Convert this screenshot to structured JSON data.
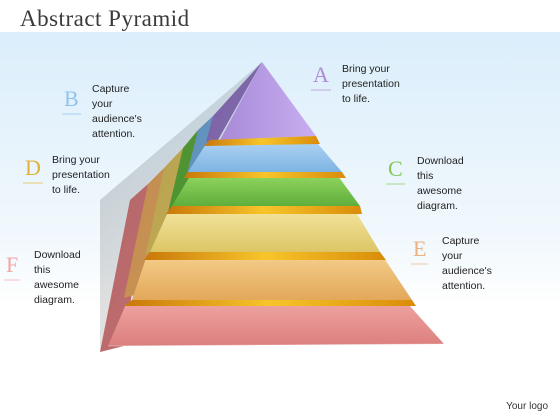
{
  "slide": {
    "title": "Abstract Pyramid",
    "logo": "Your logo"
  },
  "colors": {
    "background": "#e3f1fb",
    "tier_top": "#b89ae6",
    "tier_blue": "#8fc0ea",
    "tier_green": "#74c24a",
    "tier_yellow": "#e6d27a",
    "tier_orange": "#eab66a",
    "tier_red": "#e48c8a",
    "separator_gold": "#e8a20c"
  },
  "callouts": [
    {
      "id": "a",
      "letter": "A",
      "text": "Bring your\npresentation to life.",
      "color": "#b18ad8"
    },
    {
      "id": "b",
      "letter": "B",
      "text": "Capture your\naudience's attention.",
      "color": "#8fc4ee"
    },
    {
      "id": "c",
      "letter": "C",
      "text": "Download this\nawesome diagram.",
      "color": "#84c85a"
    },
    {
      "id": "d",
      "letter": "D",
      "text": "Bring your\npresentation to life.",
      "color": "#e2b23a"
    },
    {
      "id": "e",
      "letter": "E",
      "text": "Capture your\naudience's attention.",
      "color": "#eeb07e"
    },
    {
      "id": "f",
      "letter": "F",
      "text": "Download this\nawesome diagram.",
      "color": "#f2a4a8"
    }
  ]
}
